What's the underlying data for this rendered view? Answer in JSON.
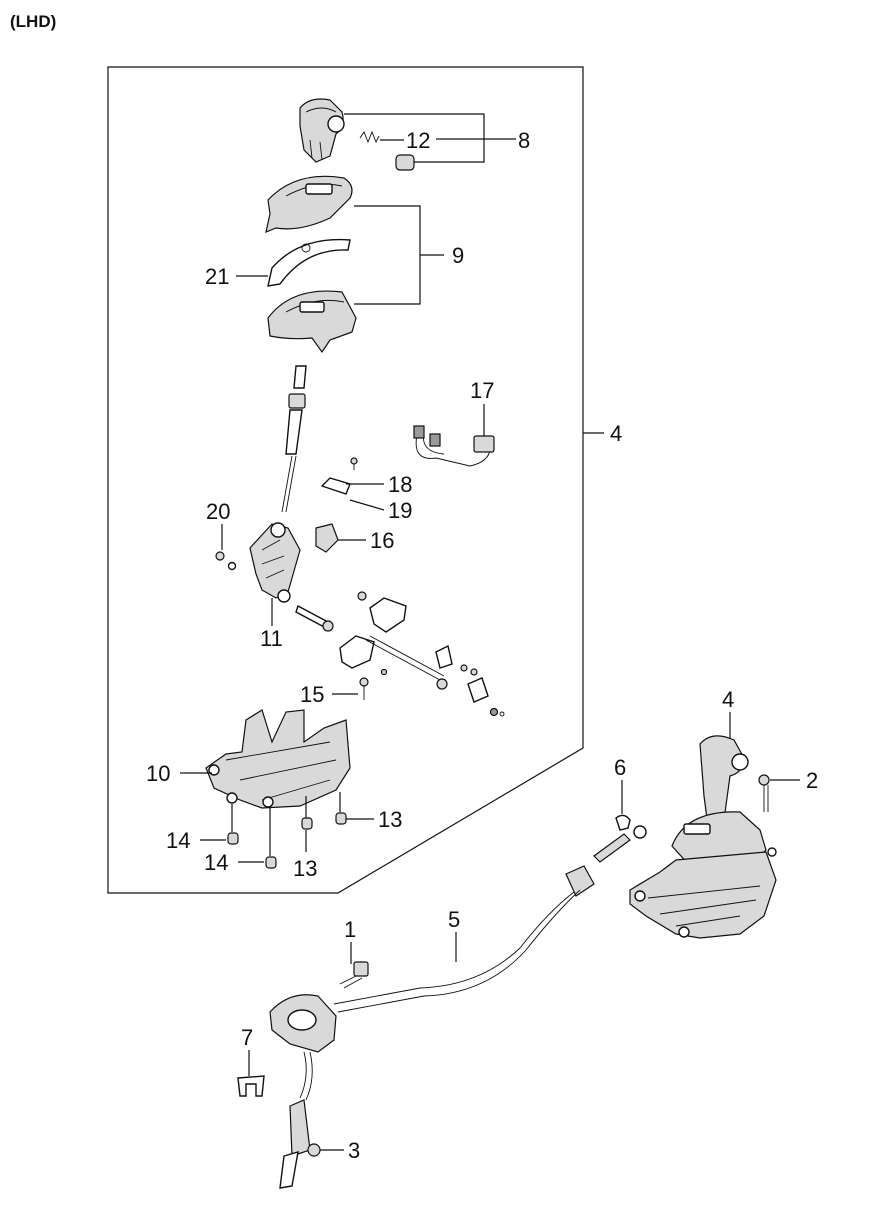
{
  "header": {
    "variant": "(LHD)"
  },
  "callouts": {
    "c1": "1",
    "c2": "2",
    "c3": "3",
    "c4a": "4",
    "c4b": "4",
    "c5": "5",
    "c6": "6",
    "c7": "7",
    "c8": "8",
    "c9": "9",
    "c10": "10",
    "c11": "11",
    "c12": "12",
    "c13a": "13",
    "c13b": "13",
    "c14a": "14",
    "c14b": "14",
    "c15": "15",
    "c16": "16",
    "c17": "17",
    "c18": "18",
    "c19": "19",
    "c20": "20",
    "c21": "21"
  }
}
